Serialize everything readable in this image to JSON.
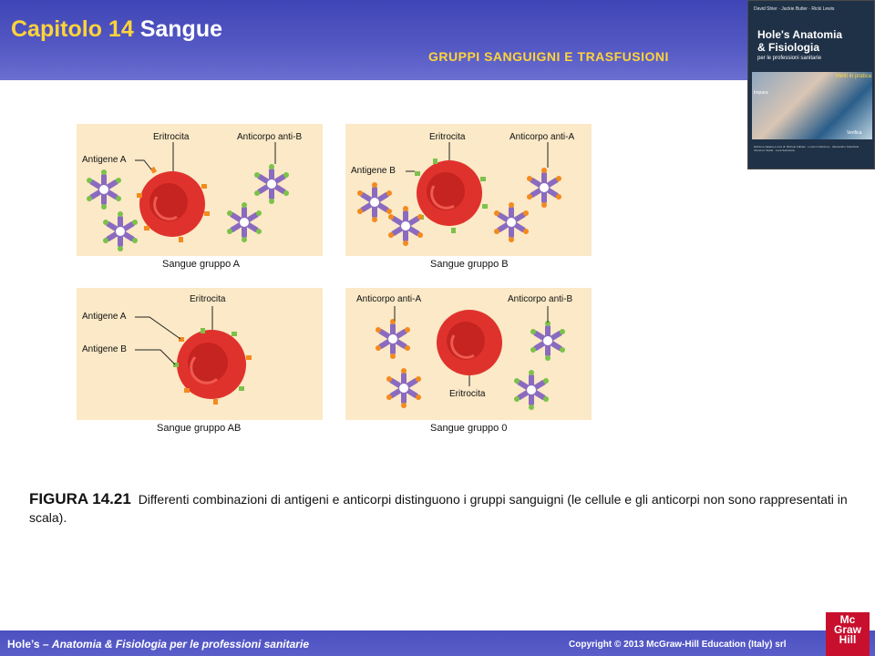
{
  "header": {
    "chapter_label": "Capitolo 14",
    "chapter_name": "Sangue",
    "section": "GRUPPI SANGUIGNI E TRASFUSIONI"
  },
  "cover": {
    "authors": "David Shier · Jackie Butler · Ricki Lewis",
    "line1": "Hole's Anatomia",
    "line2": "& Fisiologia",
    "line3": "per le professioni sanitarie",
    "tag_top": "Metti in pratica",
    "tag_mid": "Impara",
    "tag_bot": "Verifica",
    "fine": "Edizione italiana a cura di: Michele Fabiani · Lorenzo Mazzone · Alessandro Giacchetti · Vincenzo Tedde · Luca Saccavino"
  },
  "figure": {
    "panels": [
      {
        "id": "A",
        "caption": "Sangue gruppo A",
        "labels": [
          "Eritrocita",
          "Anticorpo anti-B",
          "Antigene A"
        ]
      },
      {
        "id": "B",
        "caption": "Sangue gruppo B",
        "labels": [
          "Eritrocita",
          "Anticorpo anti-A",
          "Antigene B"
        ]
      },
      {
        "id": "AB",
        "caption": "Sangue gruppo AB",
        "labels": [
          "Eritrocita",
          "Antigene A",
          "Antigene B"
        ]
      },
      {
        "id": "O",
        "caption": "Sangue gruppo 0",
        "labels": [
          "Anticorpo anti-A",
          "Anticorpo anti-B",
          "Eritrocita"
        ]
      }
    ],
    "figure_label": "FIGURA 14.21",
    "figure_text": "Differenti combinazioni di antigeni e anticorpi distinguono i gruppi sanguigni (le cellule e gli anticorpi non sono rappresentati in scala)."
  },
  "footer": {
    "book_prefix": "Hole’s – ",
    "book_title": "Anatomia & Fisiologia per le professioni sanitarie",
    "copyright": "Copyright © 2013 McGraw-Hill Education (Italy) srl",
    "logo": [
      "Mc",
      "Graw",
      "Hill"
    ]
  },
  "colors": {
    "header_blue": "#4a4fbe",
    "title_yellow": "#ffd43a",
    "panel_bg": "#fbe9c7",
    "rbc_red": "#e0322c",
    "antigen_a": "#f28a1e",
    "antigen_b": "#7cc24a",
    "antibody_purple": "#8a6bbf",
    "logo_red": "#c8102e"
  }
}
